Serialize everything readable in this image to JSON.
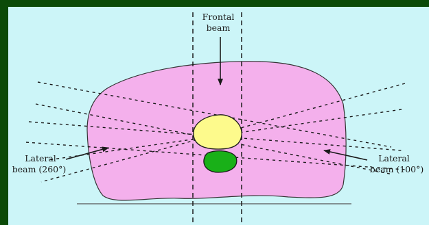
{
  "colors": {
    "frame": "#0b4a08",
    "background": "#ccf5f8",
    "body": "#f4b0ec",
    "target": "#fdfa8c",
    "organ": "#19b018",
    "ink": "#1a1a1a"
  },
  "labels": {
    "frontal_line1": "Frontal",
    "frontal_line2": "beam",
    "left_line1": "Lateral",
    "left_line2": "beam (260°)",
    "right_line1": "Lateral",
    "right_line2": "beam (100°)"
  }
}
